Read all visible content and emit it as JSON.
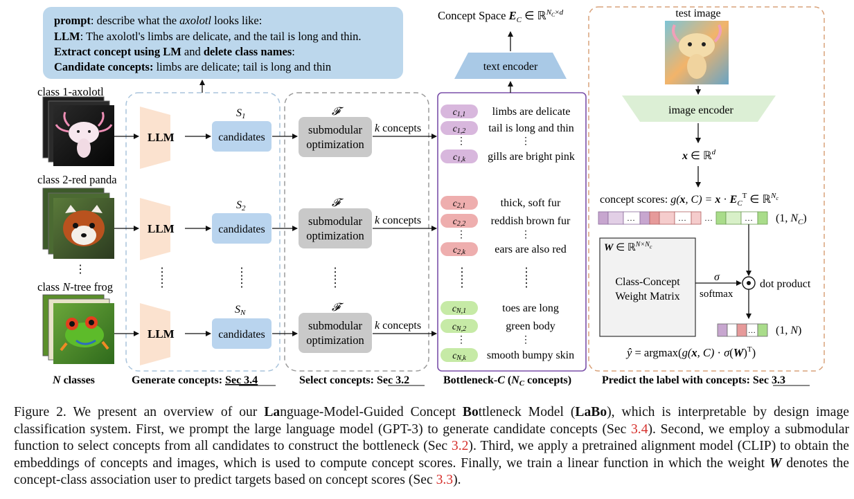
{
  "prompt_box": {
    "line1_label": "prompt",
    "line1_text_a": ": describe what the ",
    "line1_text_em": "axolotl",
    "line1_text_b": " looks like:",
    "line2_label": "LLM",
    "line2_text": ": The axolotl's limbs are delicate, and the tail is long and thin.",
    "line3_label_a": "Extract concept using LM",
    "line3_mid": " and ",
    "line3_label_b": "delete class names",
    "line3_end": ":",
    "line4_label": "Candidate concepts:",
    "line4_text": " limbs are delicate; tail is long and thin"
  },
  "classes": [
    {
      "label": "class 1-axolotl",
      "set": "S",
      "set_sub": "1",
      "sel_prefix": "c",
      "sel_sub1": "1,1",
      "sel_sub2": "1,2",
      "sel_subk": "1,k",
      "concepts": [
        "limbs are delicate",
        "tail is long and thin",
        "gills are bright pink"
      ]
    },
    {
      "label": "class 2-red panda",
      "set": "S",
      "set_sub": "2",
      "sel_prefix": "c",
      "sel_sub1": "2,1",
      "sel_sub2": "2,2",
      "sel_subk": "2,k",
      "concepts": [
        "thick, soft fur",
        "reddish brown fur",
        "ears are also red"
      ]
    },
    {
      "label_a": "class ",
      "label_em": "N",
      "label_b": "-tree frog",
      "set": "S",
      "set_sub": "N",
      "sel_prefix": "c",
      "sel_sub1": "N,1",
      "sel_sub2": "N,2",
      "sel_subk": "N,k",
      "concepts": [
        "toes are long",
        "green body",
        "smooth bumpy skin"
      ]
    }
  ],
  "labels": {
    "llm": "LLM",
    "candidates": "candidates",
    "submodular_1": "submodular",
    "submodular_2": "optimization",
    "f_symbol": "𝓕",
    "k_concepts": "k concepts",
    "k": "k",
    "concepts_word": " concepts",
    "vdots": "⋮",
    "text_encoder": "text encoder",
    "concept_space": "Concept Space",
    "image_encoder": "image encoder",
    "test_image": "test image",
    "x_in_rd": "x ∈ ℝ",
    "d": "d",
    "concept_scores": "concept scores:",
    "concept_scores_formula": "g(x, C) = x · E",
    "w_in": "W ∈ ℝ",
    "class_concept_1": "Class-Concept",
    "class_concept_2": "Weight Matrix",
    "sigma": "σ",
    "softmax": "softmax",
    "dot_product": "dot product",
    "one_nc": "(1, N",
    "one_n": "(1, N)",
    "yhat_formula": "ŷ = argmax(g(x, C) · σ(W)",
    "ellipsis": "…"
  },
  "bottom_labels": {
    "n_classes": "classes",
    "n_symbol": "N",
    "generate": "Generate concepts: ",
    "generate_ref": "Sec 3.4",
    "select": "Select concepts: ",
    "select_ref": "Sec 3.2",
    "bottleneck_a": "Bottleneck-",
    "bottleneck_c": "C",
    "bottleneck_b": " (",
    "bottleneck_n": "N",
    "bottleneck_sub": "C",
    "bottleneck_end": " concepts)",
    "predict": "Predict the label with concepts: ",
    "predict_ref": "Sec 3.3"
  },
  "caption": {
    "p1": "Figure 2. We present an overview of our ",
    "la": "La",
    "p2": "nguage-Model-Guided Concept ",
    "bo": "Bo",
    "p3": "ttleneck Model (",
    "labo": "LaBo",
    "p4": "), which is interpretable by design image classification system. First, we prompt the large language model (GPT-3) to generate candidate concepts (Sec ",
    "ref1": "3.4",
    "p5": "). Second, we employ a submodular function to select concepts from all candidates to construct the bottleneck (Sec ",
    "ref2": "3.2",
    "p6": "). Third, we apply a pretrained alignment model (CLIP) to obtain the embeddings of concepts and images, which is used to compute concept scores. Finally, we train a linear function in which the weight ",
    "w": "W",
    "p7": " denotes the concept-class association user to predict targets based on concept scores (Sec ",
    "ref3": "3.3",
    "p8": ")."
  },
  "colors": {
    "prompt_bg": "#bcd7ec",
    "candidates_bg": "#b9d4ee",
    "llm_trap": "#fbe2cf",
    "submod_bg": "#c9c9c9",
    "text_enc": "#a9c9e6",
    "img_enc": "#dcefd5",
    "purple_pill": "#d8b7dd",
    "red_pill": "#eeaeae",
    "green_pill": "#c6eaa6",
    "bottleneck_border": "#7a4fa8",
    "predict_border": "#d9a27a",
    "gen_border": "#a9c4dc",
    "sel_border": "#9a9a9a",
    "ref_red": "#d6302c"
  }
}
